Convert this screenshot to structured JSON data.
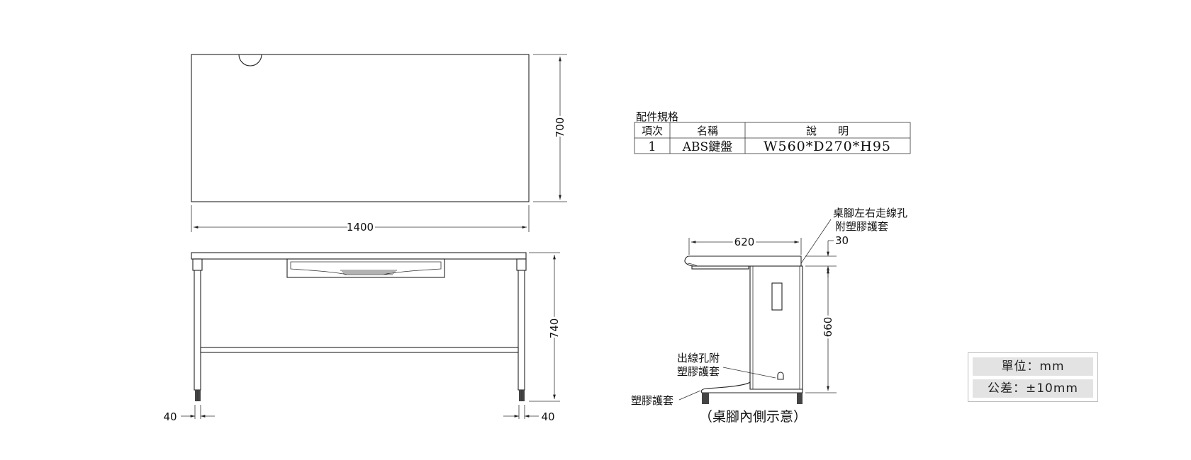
{
  "parts_table": {
    "title": "配件規格",
    "headers": [
      "項次",
      "名稱",
      "說　　明"
    ],
    "rows": [
      {
        "item": "1",
        "name": "ABS鍵盤",
        "description": "W560*D270*H95"
      }
    ]
  },
  "top_view": {
    "width_label": "1400",
    "depth_label": "700"
  },
  "front_view": {
    "height_label": "740",
    "left_leg_label": "40",
    "right_leg_label": "40"
  },
  "side_view": {
    "depth_label": "620",
    "top_thickness_label": "30",
    "leg_height_label": "660",
    "note_leg_hole": [
      "桌腳左右走線孔",
      "附塑膠護套"
    ],
    "note_outlet": [
      "出線孔附",
      "塑膠護套"
    ],
    "note_sleeve": "塑膠護套",
    "caption": "（桌腳內側示意）"
  },
  "units": {
    "unit": "單位：mm",
    "tolerance": "公差：±10mm"
  }
}
